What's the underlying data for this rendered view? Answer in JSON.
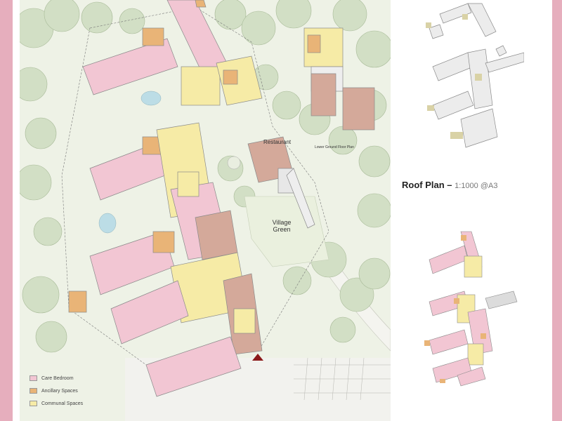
{
  "site_plan": {
    "labels": {
      "restaurant": "Restaurant",
      "lower_ground": "Lower Ground Floor Plan",
      "village_green_line1": "Village",
      "village_green_line2": "Green"
    },
    "legend": [
      {
        "label": "Care Bedroom",
        "color": "#f2c6d3"
      },
      {
        "label": "Ancillary Spaces",
        "color": "#e9b477"
      },
      {
        "label": "Communal Spaces",
        "color": "#f6eba6"
      }
    ],
    "colors": {
      "care_bedroom": "#f2c6d3",
      "ancillary": "#e9b477",
      "communal": "#f6eba6",
      "restaurant_brown": "#d4a99a",
      "grass": "#e7eedd",
      "tree": "#cfdcc2",
      "path": "#f1f1ec",
      "border": "#e6aebd",
      "entrance_marker": "#8b1a1a"
    }
  },
  "roof_plan": {
    "title_bold": "Roof Plan –",
    "scale": "1:1000 @A3"
  }
}
